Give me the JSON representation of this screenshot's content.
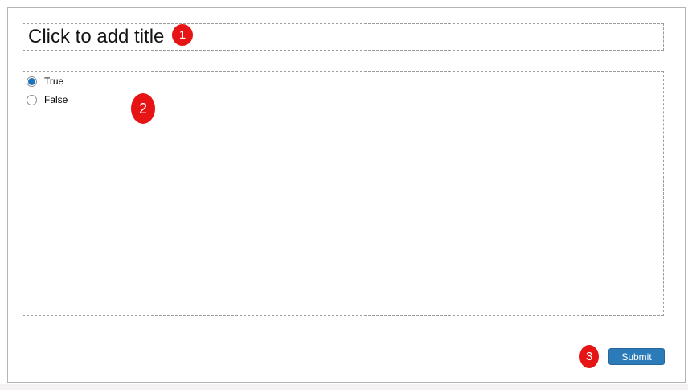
{
  "colors": {
    "annotation_red": "#e61414",
    "submit_blue": "#2b7bb9",
    "radio_selected": "#1d74bc"
  },
  "title_placeholder": {
    "text": "Click to add title"
  },
  "question": {
    "options": [
      {
        "label": "True",
        "selected": true
      },
      {
        "label": "False",
        "selected": false
      }
    ]
  },
  "submit": {
    "label": "Submit"
  },
  "annotations": [
    {
      "number": "1"
    },
    {
      "number": "2"
    },
    {
      "number": "3"
    }
  ]
}
